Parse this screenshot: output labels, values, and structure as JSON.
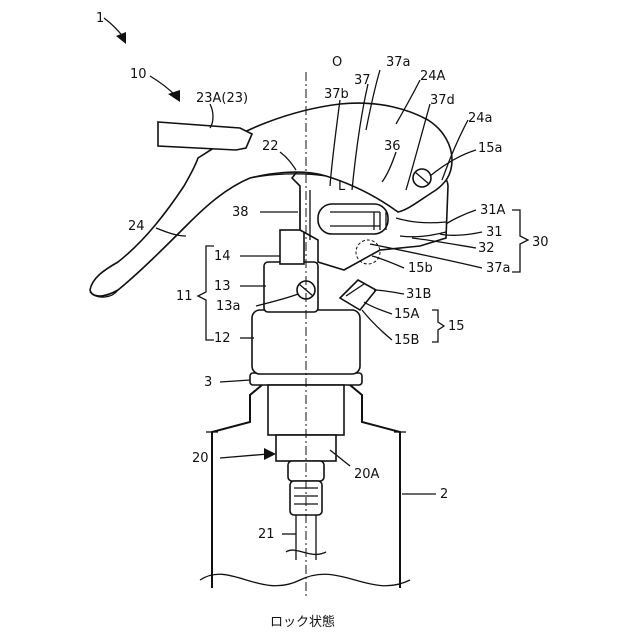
{
  "labels": {
    "l1": "1",
    "l10": "10",
    "lO": "O",
    "l23A": "23A(23)",
    "l37a_top": "37a",
    "l37": "37",
    "l24A": "24A",
    "l37b": "37b",
    "l37d": "37d",
    "l24a": "24a",
    "l22": "22",
    "l36": "36",
    "l15a": "15a",
    "lL": "L",
    "l38": "38",
    "l24": "24",
    "l31A": "31A",
    "l31": "31",
    "l32": "32",
    "l30": "30",
    "l14": "14",
    "l15b": "15b",
    "l37a_bot": "37a",
    "l13": "13",
    "l11": "11",
    "l13a": "13a",
    "l31B": "31B",
    "l15A": "15A",
    "l15": "15",
    "l12": "12",
    "l15B": "15B",
    "l3": "3",
    "l20": "20",
    "l20A": "20A",
    "l2": "2",
    "l21": "21"
  },
  "caption": "ロック状態"
}
